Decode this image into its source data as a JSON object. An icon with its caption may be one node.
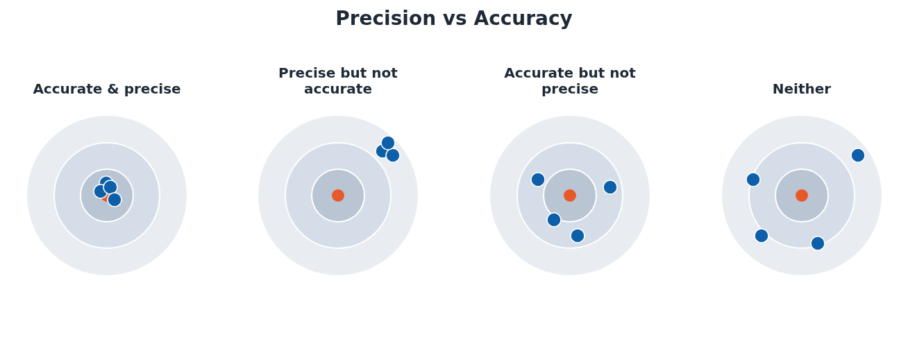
{
  "diagram": {
    "title": "Precision vs Accuracy",
    "nodes": [
      {
        "text": [
          "Accurate & precise"
        ]
      },
      {
        "text": [
          "Precise but not accurate"
        ]
      },
      {
        "text": [
          "Accurate but not precise"
        ]
      },
      {
        "text": [
          "Neither"
        ]
      }
    ]
  }
}
